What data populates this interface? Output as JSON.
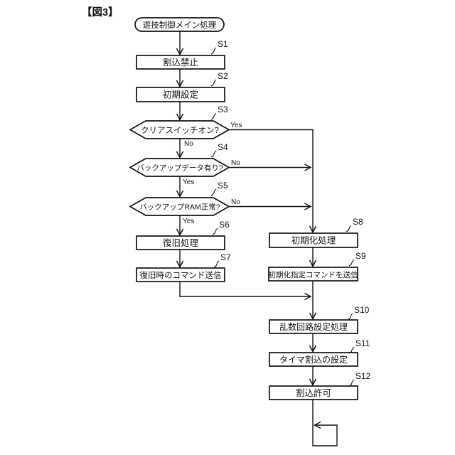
{
  "figure_label": "【図3】",
  "diagram": {
    "start_label": "遊技制御メイン処理",
    "branch_yes": "Yes",
    "branch_no": "No",
    "steps": {
      "s1": {
        "id": "S1",
        "label": "割込禁止",
        "type": "process"
      },
      "s2": {
        "id": "S2",
        "label": "初期設定",
        "type": "process"
      },
      "s3": {
        "id": "S3",
        "label": "クリアスイッチオン?",
        "type": "decision"
      },
      "s4": {
        "id": "S4",
        "label": "バックアップデータ有り?",
        "type": "decision"
      },
      "s5": {
        "id": "S5",
        "label": "バックアップRAM正常?",
        "type": "decision"
      },
      "s6": {
        "id": "S6",
        "label": "復旧処理",
        "type": "process"
      },
      "s7": {
        "id": "S7",
        "label": "復旧時のコマンド送信",
        "type": "process"
      },
      "s8": {
        "id": "S8",
        "label": "初期化処理",
        "type": "process"
      },
      "s9": {
        "id": "S9",
        "label": "初期化指定コマンドを送信",
        "type": "process"
      },
      "s10": {
        "id": "S10",
        "label": "乱数回路設定処理",
        "type": "process"
      },
      "s11": {
        "id": "S11",
        "label": "タイマ割込の設定",
        "type": "process"
      },
      "s12": {
        "id": "S12",
        "label": "割込許可",
        "type": "process"
      }
    }
  },
  "colors": {
    "line": "#111111",
    "background": "#ffffff"
  }
}
